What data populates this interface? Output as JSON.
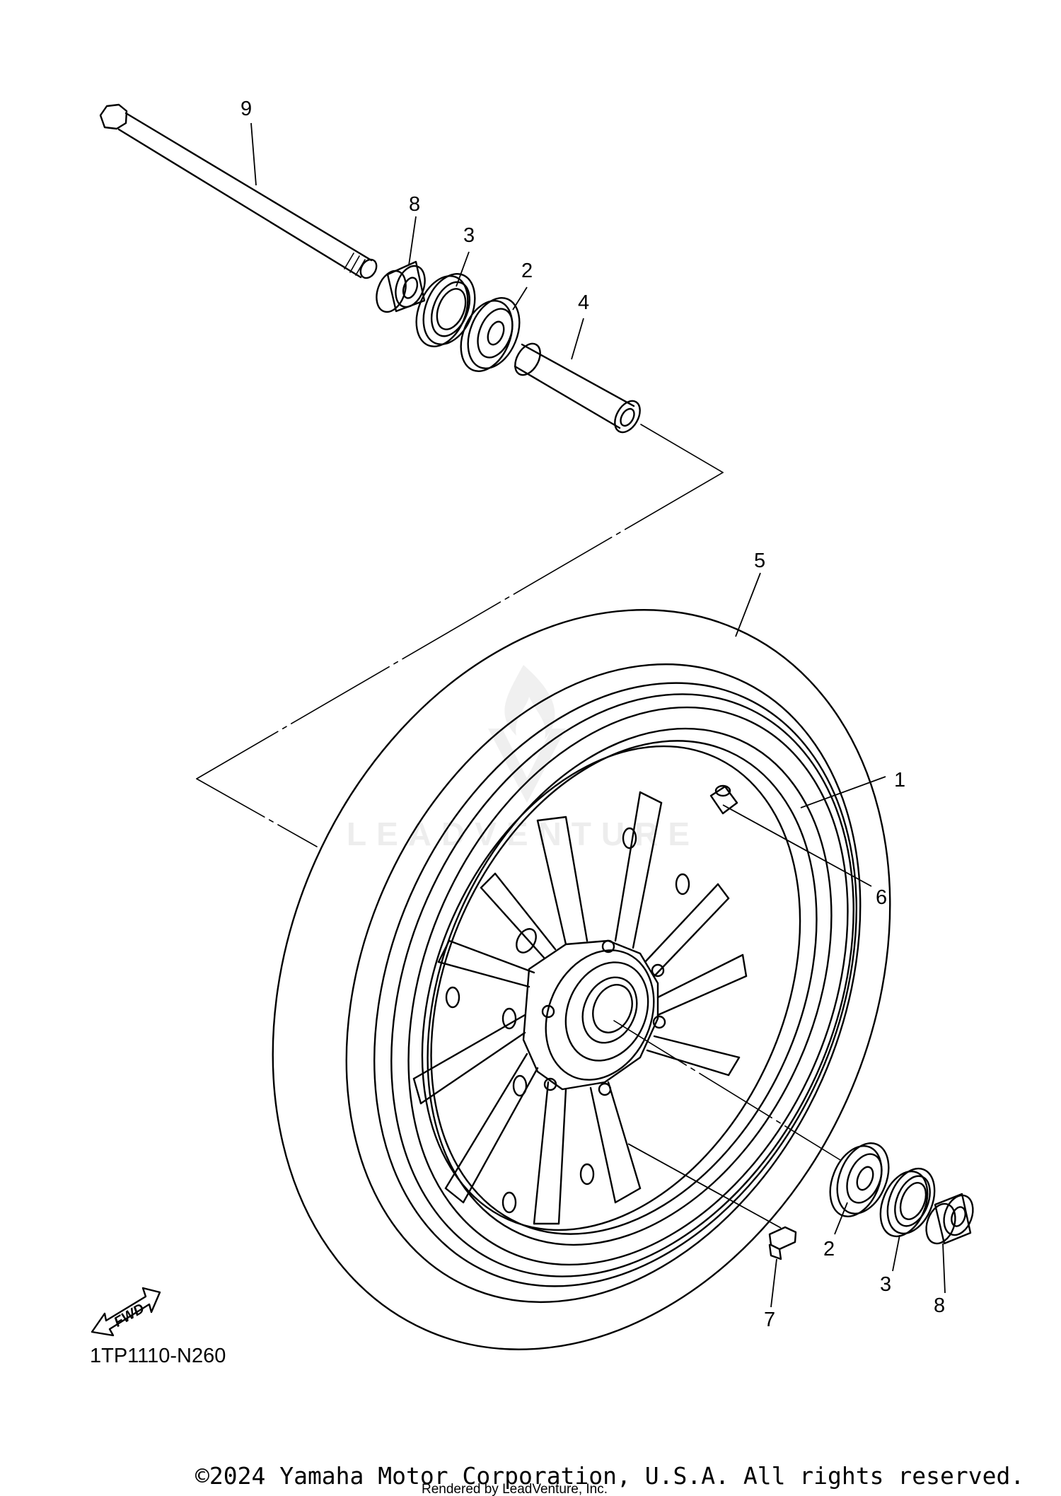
{
  "diagram": {
    "code": "1TP1110-N260",
    "fwd_label": "FWD",
    "watermark_text": "LEADVENTURE",
    "copyright": "©2024 Yamaha Motor Corporation, U.S.A. All rights reserved.",
    "rendered_by": "Rendered by LeadVenture, Inc."
  },
  "callouts": {
    "axle": "9",
    "collar_top": "8",
    "oil_seal_top": "3",
    "bearing_top": "2",
    "spacer": "4",
    "tire": "5",
    "wheel": "1",
    "valve": "6",
    "bearing_bottom": "2",
    "oil_seal_bottom": "3",
    "collar_bottom": "8",
    "balance_weight": "7"
  },
  "colors": {
    "line": "#000000",
    "background": "#ffffff",
    "watermark": "#ececec"
  }
}
